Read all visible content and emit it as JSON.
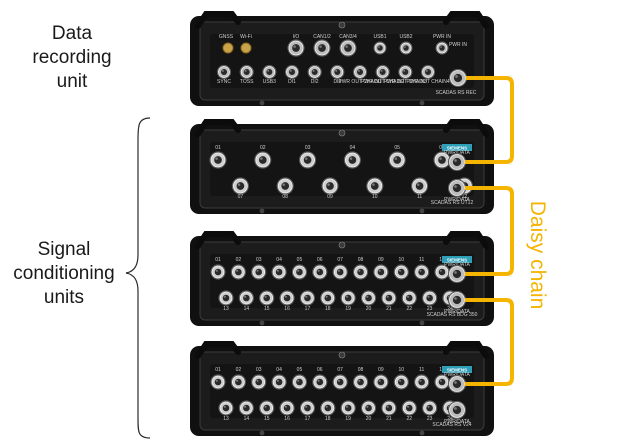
{
  "labels": {
    "data_recording": [
      "Data",
      "recording",
      "unit"
    ],
    "signal_conditioning": [
      "Signal",
      "conditioning",
      "units"
    ],
    "daisy_chain": "Daisy chain"
  },
  "colors": {
    "chain": "#f4b400",
    "chassis": "#1c1c1c",
    "brand_badge": "#2f9fb8"
  },
  "units": [
    {
      "type": "data-recorder",
      "model": "SCADAS RS REC",
      "top_labels": [
        "GNSS",
        "Wi-Fi",
        "I/O",
        "CAN1/2",
        "CAN3/4",
        "USB1",
        "USB2",
        "PWR IN"
      ],
      "bottom_labels": [
        "SYNC",
        "TOSS",
        "USB3",
        "DI1",
        "DI2",
        "DI3",
        "PWR OUT CHAIN1",
        "PWR OUT CHAIN2",
        "PWR OUT CHAIN3",
        "PWR OUT CHAIN4"
      ]
    },
    {
      "type": "conditioning-12",
      "model": "SCADAS RS UT12",
      "brand": "SIEMENS",
      "top_labels": [
        "01",
        "02",
        "03",
        "04",
        "05",
        "06"
      ],
      "bottom_labels": [
        "07",
        "08",
        "09",
        "10",
        "11",
        "12"
      ],
      "port_labels": [
        "PWR/DATA",
        "PWR/DATA"
      ]
    },
    {
      "type": "conditioning-24",
      "model": "SCADAS RS BDG 350",
      "brand": "SIEMENS",
      "top_labels": [
        "01",
        "02",
        "03",
        "04",
        "05",
        "06",
        "07",
        "08",
        "09",
        "10",
        "11",
        "12"
      ],
      "bottom_labels": [
        "13",
        "14",
        "15",
        "16",
        "17",
        "18",
        "19",
        "20",
        "21",
        "22",
        "23",
        "24"
      ],
      "port_labels": [
        "PWR/DATA",
        "PWR/DATA"
      ]
    },
    {
      "type": "conditioning-24",
      "model": "SCADAS RS V24",
      "brand": "SIEMENS",
      "top_labels": [
        "01",
        "02",
        "03",
        "04",
        "05",
        "06",
        "07",
        "08",
        "09",
        "10",
        "11",
        "12"
      ],
      "bottom_labels": [
        "13",
        "14",
        "15",
        "16",
        "17",
        "18",
        "19",
        "20",
        "21",
        "22",
        "23",
        "24"
      ],
      "port_labels": [
        "PWR/DATA",
        "PWR/DATA"
      ]
    }
  ]
}
